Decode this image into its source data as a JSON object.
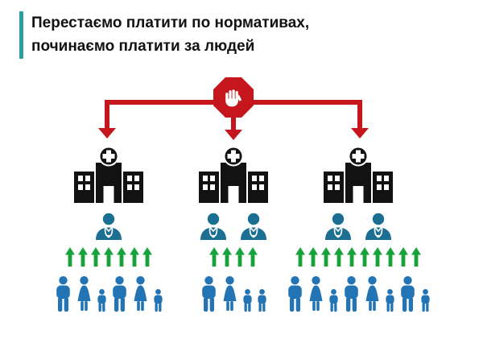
{
  "title": {
    "line1": "Перестаємо платити по нормативах,",
    "line2": "починаємо платити за людей"
  },
  "colors": {
    "accent": "#2a9d9c",
    "red": "#c4161c",
    "ink": "#121212",
    "doctor": "#1a6f93",
    "family": "#2374b5",
    "arrow": "#17a23b"
  },
  "stop_sign": {
    "symbol": "raised-hand-icon"
  },
  "columns": [
    {
      "name": "hospital-1",
      "doctors": 1,
      "arrows": 7,
      "family": [
        "man",
        "woman",
        "child",
        "man",
        "woman",
        "child"
      ]
    },
    {
      "name": "hospital-2",
      "doctors": 2,
      "arrows": 4,
      "family": [
        "man",
        "woman",
        "child",
        "child"
      ]
    },
    {
      "name": "hospital-3",
      "doctors": 2,
      "arrows": 10,
      "family": [
        "man",
        "woman",
        "child",
        "man",
        "woman",
        "child",
        "man",
        "child"
      ]
    }
  ]
}
